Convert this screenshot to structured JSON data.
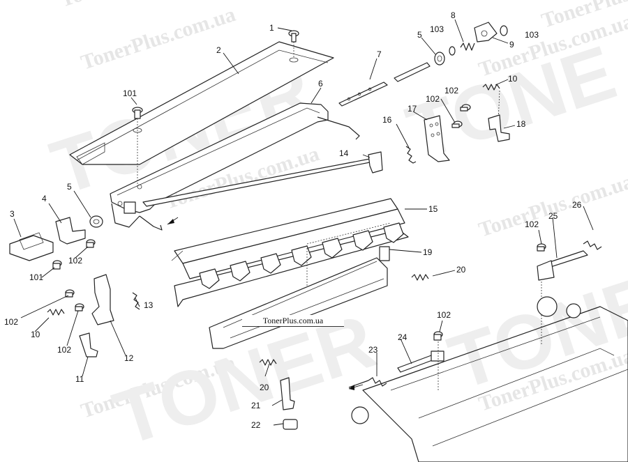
{
  "watermarks": [
    "TonerPlus.com.ua",
    "TonerPlus.com.ua",
    "TonerPlus.com.ua",
    "TonerPlus.com.ua",
    "TonerPlus.com.ua",
    "TonerPlus.com.ua",
    "TonerPlus.com.ua",
    "TonerPlus.com.ua"
  ],
  "watermark_big": [
    "TONER",
    "TONER",
    "TONE"
  ],
  "caption": "TonerPlus.com.ua",
  "callouts": [
    {
      "id": "c1",
      "label": "1"
    },
    {
      "id": "c2",
      "label": "2"
    },
    {
      "id": "c3",
      "label": "3"
    },
    {
      "id": "c4",
      "label": "4"
    },
    {
      "id": "c5a",
      "label": "5"
    },
    {
      "id": "c5b",
      "label": "5"
    },
    {
      "id": "c6",
      "label": "6"
    },
    {
      "id": "c7",
      "label": "7"
    },
    {
      "id": "c8",
      "label": "8"
    },
    {
      "id": "c9",
      "label": "9"
    },
    {
      "id": "c10a",
      "label": "10"
    },
    {
      "id": "c10b",
      "label": "10"
    },
    {
      "id": "c11",
      "label": "11"
    },
    {
      "id": "c12",
      "label": "12"
    },
    {
      "id": "c13",
      "label": "13"
    },
    {
      "id": "c14",
      "label": "14"
    },
    {
      "id": "c15",
      "label": "15"
    },
    {
      "id": "c16",
      "label": "16"
    },
    {
      "id": "c17",
      "label": "17"
    },
    {
      "id": "c18",
      "label": "18"
    },
    {
      "id": "c19",
      "label": "19"
    },
    {
      "id": "c20a",
      "label": "20"
    },
    {
      "id": "c20b",
      "label": "20"
    },
    {
      "id": "c21",
      "label": "21"
    },
    {
      "id": "c22",
      "label": "22"
    },
    {
      "id": "c23",
      "label": "23"
    },
    {
      "id": "c24",
      "label": "24"
    },
    {
      "id": "c25",
      "label": "25"
    },
    {
      "id": "c26",
      "label": "26"
    },
    {
      "id": "c101a",
      "label": "101"
    },
    {
      "id": "c101b",
      "label": "101"
    },
    {
      "id": "c102a",
      "label": "102"
    },
    {
      "id": "c102b",
      "label": "102"
    },
    {
      "id": "c102c",
      "label": "102"
    },
    {
      "id": "c102d",
      "label": "102"
    },
    {
      "id": "c102e",
      "label": "102"
    },
    {
      "id": "c102f",
      "label": "102"
    },
    {
      "id": "c102g",
      "label": "102"
    },
    {
      "id": "c103a",
      "label": "103"
    },
    {
      "id": "c103b",
      "label": "103"
    }
  ]
}
